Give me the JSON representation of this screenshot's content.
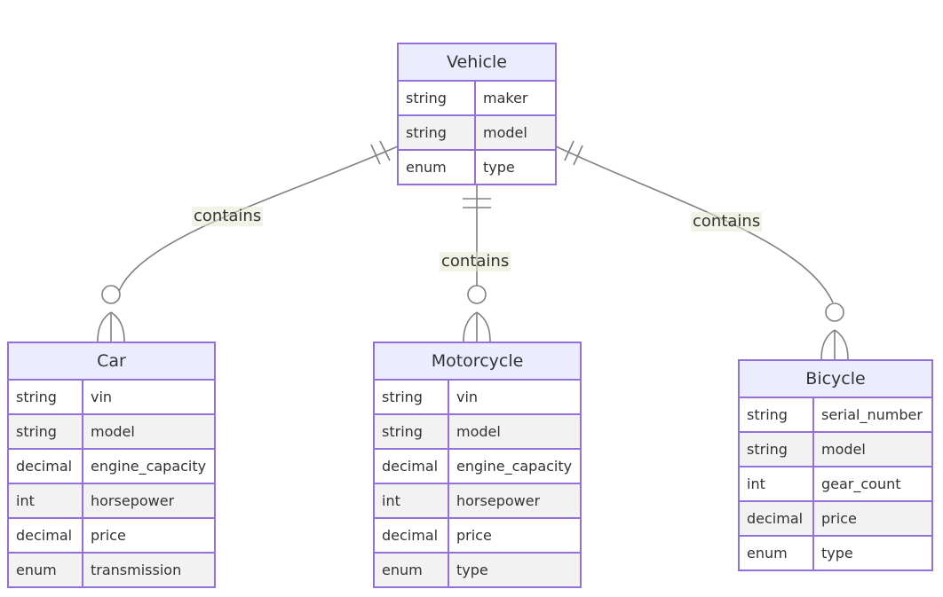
{
  "entities": {
    "vehicle": {
      "name": "Vehicle",
      "attributes": [
        {
          "type": "string",
          "name": "maker"
        },
        {
          "type": "string",
          "name": "model"
        },
        {
          "type": "enum",
          "name": "type"
        }
      ]
    },
    "car": {
      "name": "Car",
      "attributes": [
        {
          "type": "string",
          "name": "vin"
        },
        {
          "type": "string",
          "name": "model"
        },
        {
          "type": "decimal",
          "name": "engine_capacity"
        },
        {
          "type": "int",
          "name": "horsepower"
        },
        {
          "type": "decimal",
          "name": "price"
        },
        {
          "type": "enum",
          "name": "transmission"
        }
      ]
    },
    "motorcycle": {
      "name": "Motorcycle",
      "attributes": [
        {
          "type": "string",
          "name": "vin"
        },
        {
          "type": "string",
          "name": "model"
        },
        {
          "type": "decimal",
          "name": "engine_capacity"
        },
        {
          "type": "int",
          "name": "horsepower"
        },
        {
          "type": "decimal",
          "name": "price"
        },
        {
          "type": "enum",
          "name": "type"
        }
      ]
    },
    "bicycle": {
      "name": "Bicycle",
      "attributes": [
        {
          "type": "string",
          "name": "serial_number"
        },
        {
          "type": "string",
          "name": "model"
        },
        {
          "type": "int",
          "name": "gear_count"
        },
        {
          "type": "decimal",
          "name": "price"
        },
        {
          "type": "enum",
          "name": "type"
        }
      ]
    }
  },
  "relationships": [
    {
      "from": "Vehicle",
      "to": "Car",
      "label": "contains",
      "from_cardinality": "exactly-one",
      "to_cardinality": "zero-or-more"
    },
    {
      "from": "Vehicle",
      "to": "Motorcycle",
      "label": "contains",
      "from_cardinality": "exactly-one",
      "to_cardinality": "zero-or-more"
    },
    {
      "from": "Vehicle",
      "to": "Bicycle",
      "label": "contains",
      "from_cardinality": "exactly-one",
      "to_cardinality": "zero-or-more"
    }
  ],
  "colors": {
    "entity_border": "#9370db",
    "entity_header": "#ececff",
    "row_odd": "#ffffff",
    "row_even": "#f2f2f2",
    "edge": "#808080",
    "text": "#333333"
  }
}
